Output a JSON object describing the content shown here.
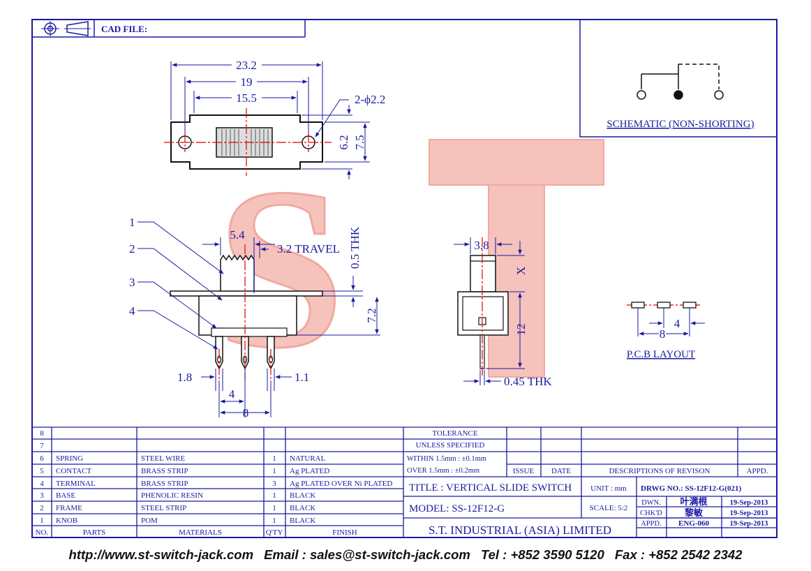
{
  "cad_file": "CAD FILE:",
  "top_view": {
    "dim_overall": "23.2",
    "dim_holes": "19",
    "dim_body": "15.5",
    "dim_hole_dia": "2-ϕ2.2",
    "dim_body_h": "6.2",
    "dim_overall_h": "7.5"
  },
  "side_view": {
    "callouts": [
      "1",
      "2",
      "3",
      "4"
    ],
    "dim_knob": "5.4",
    "dim_travel": "3.2  TRAVEL",
    "dim_thk": "0.5  THK",
    "dim_height": "7.2",
    "dim_pin_w": "1.8",
    "dim_pin_t": "1.1",
    "dim_pitch": "4",
    "dim_span": "8"
  },
  "end_view": {
    "dim_width": "3.8",
    "dim_x": "X",
    "dim_height": "12",
    "dim_pin_thk": "0.45  THK"
  },
  "schematic": {
    "title": "SCHEMATIC (NON-SHORTING)"
  },
  "pcb": {
    "title": "P.C.B  LAYOUT",
    "dim_pitch": "4",
    "dim_span": "8"
  },
  "parts_table": {
    "headers": {
      "no": "NO.",
      "parts": "PARTS",
      "materials": "MATERIALS",
      "qty": "Q'TY",
      "finish": "FINISH"
    },
    "rows": [
      {
        "no": "8",
        "part": "",
        "material": "",
        "qty": "",
        "finish": ""
      },
      {
        "no": "7",
        "part": "",
        "material": "",
        "qty": "",
        "finish": ""
      },
      {
        "no": "6",
        "part": "SPRING",
        "material": "STEEL WIRE",
        "qty": "1",
        "finish": "NATURAL"
      },
      {
        "no": "5",
        "part": "CONTACT",
        "material": "BRASS STRIP",
        "qty": "1",
        "finish": "Ag PLATED"
      },
      {
        "no": "4",
        "part": "TERMINAL",
        "material": "BRASS STRIP",
        "qty": "3",
        "finish": "Ag PLATED OVER Ni PLATED"
      },
      {
        "no": "3",
        "part": "BASE",
        "material": "PHENOLIC RESIN",
        "qty": "1",
        "finish": "BLACK"
      },
      {
        "no": "2",
        "part": "FRAME",
        "material": "STEEL STRIP",
        "qty": "1",
        "finish": "BLACK"
      },
      {
        "no": "1",
        "part": "KNOB",
        "material": "POM",
        "qty": "1",
        "finish": "BLACK"
      }
    ]
  },
  "tolerance": {
    "line1": "TOLERANCE",
    "line2": "UNLESS   SPECIFIED",
    "within": "WITHIN  1.5mm : ±0.1mm",
    "over": "OVER    1.5mm : ±0.2mm"
  },
  "revision": {
    "issue": "ISSUE",
    "date": "DATE",
    "desc": "DESCRIPTIONS  OF  REVISON",
    "appd": "APPD."
  },
  "title_block": {
    "title": "TITLE : VERTICAL SLIDE SWITCH",
    "model": "MODEL: SS-12F12-G",
    "company": "S.T.  INDUSTRIAL  (ASIA)  LIMITED",
    "unit": "UNIT :  mm",
    "scale": "SCALE:  5:2",
    "drwg": "DRWG  NO.: SS-12F12-G(021)",
    "dwn_label": "DWN.",
    "dwn_name": "叶满根",
    "dwn_date": "19-Sep-2013",
    "chkd_label": "CHK'D",
    "chkd_name": "黎敏",
    "chkd_date": "19-Sep-2013",
    "appd_label": "APPD.",
    "appd_name": "ENG-060",
    "appd_date": "19-Sep-2013"
  },
  "footer": {
    "url": "http://www.st-switch-jack.com",
    "email": "Email : sales@st-switch-jack.com",
    "tel": "Tel : +852 3590 5120",
    "fax": "Fax : +852 2542 2342"
  },
  "watermark": "ST",
  "colors": {
    "ink": "#1a1aa0",
    "dim_red": "#e00000",
    "watermark": "#f4a6a0"
  }
}
